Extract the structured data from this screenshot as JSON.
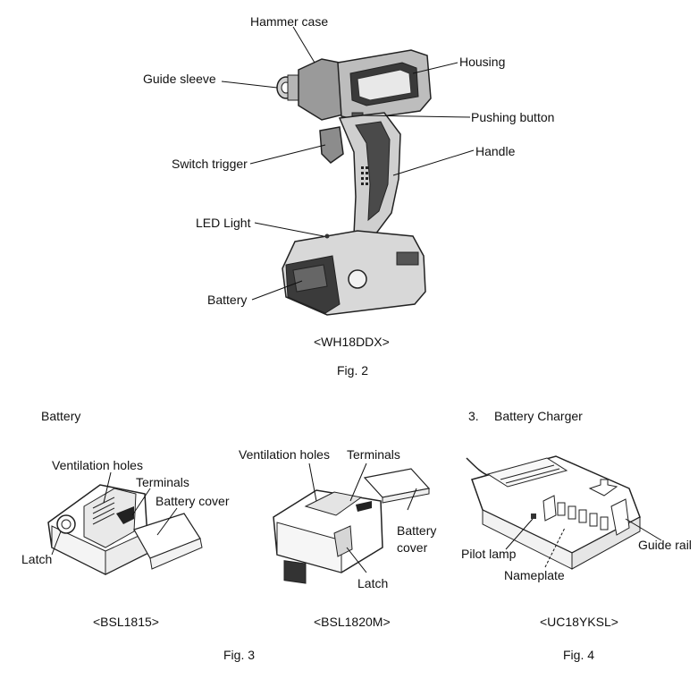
{
  "fig2": {
    "labels": {
      "hammer_case": "Hammer case",
      "guide_sleeve": "Guide sleeve",
      "housing": "Housing",
      "pushing_button": "Pushing button",
      "handle": "Handle",
      "switch_trigger": "Switch trigger",
      "led_light": "LED Light",
      "battery": "Battery"
    },
    "model": "<WH18DDX>",
    "caption": "Fig. 2"
  },
  "fig3": {
    "section_title": "Battery",
    "left": {
      "labels": {
        "ventilation_holes": "Ventilation holes",
        "terminals": "Terminals",
        "battery_cover": "Battery cover",
        "latch": "Latch"
      },
      "model": "<BSL1815>"
    },
    "right": {
      "labels": {
        "ventilation_holes": "Ventilation holes",
        "terminals": "Terminals",
        "battery_cover_line1": "Battery",
        "battery_cover_line2": "cover",
        "latch": "Latch"
      },
      "model": "<BSL1820M>"
    },
    "caption": "Fig. 3"
  },
  "fig4": {
    "section_number": "3.",
    "section_title": "Battery Charger",
    "labels": {
      "pilot_lamp": "Pilot lamp",
      "nameplate": "Nameplate",
      "guide_rail": "Guide rail"
    },
    "model": "<UC18YKSL>",
    "caption": "Fig. 4"
  }
}
